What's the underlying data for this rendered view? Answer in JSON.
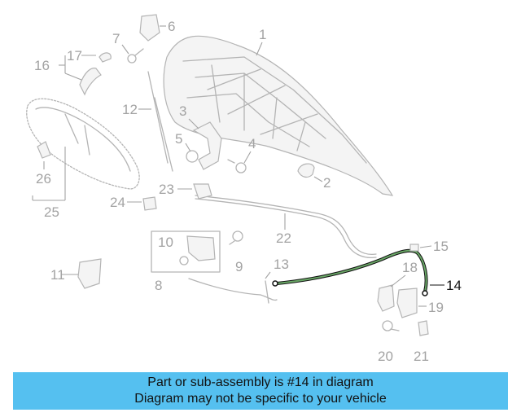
{
  "diagram": {
    "highlighted_part": "14",
    "callouts": [
      "1",
      "2",
      "3",
      "4",
      "5",
      "6",
      "7",
      "8",
      "9",
      "10",
      "11",
      "12",
      "13",
      "14",
      "15",
      "16",
      "17",
      "18",
      "19",
      "20",
      "21",
      "22",
      "23",
      "24",
      "25",
      "26"
    ]
  },
  "banner": {
    "line1": "Part or sub-assembly is #14 in diagram",
    "line2": "Diagram may not be specific to your vehicle",
    "background": "#55c0f0"
  },
  "colors": {
    "parts": "#b4b4b4",
    "highlight": "#111111",
    "cable_fill": "#6aa867"
  }
}
